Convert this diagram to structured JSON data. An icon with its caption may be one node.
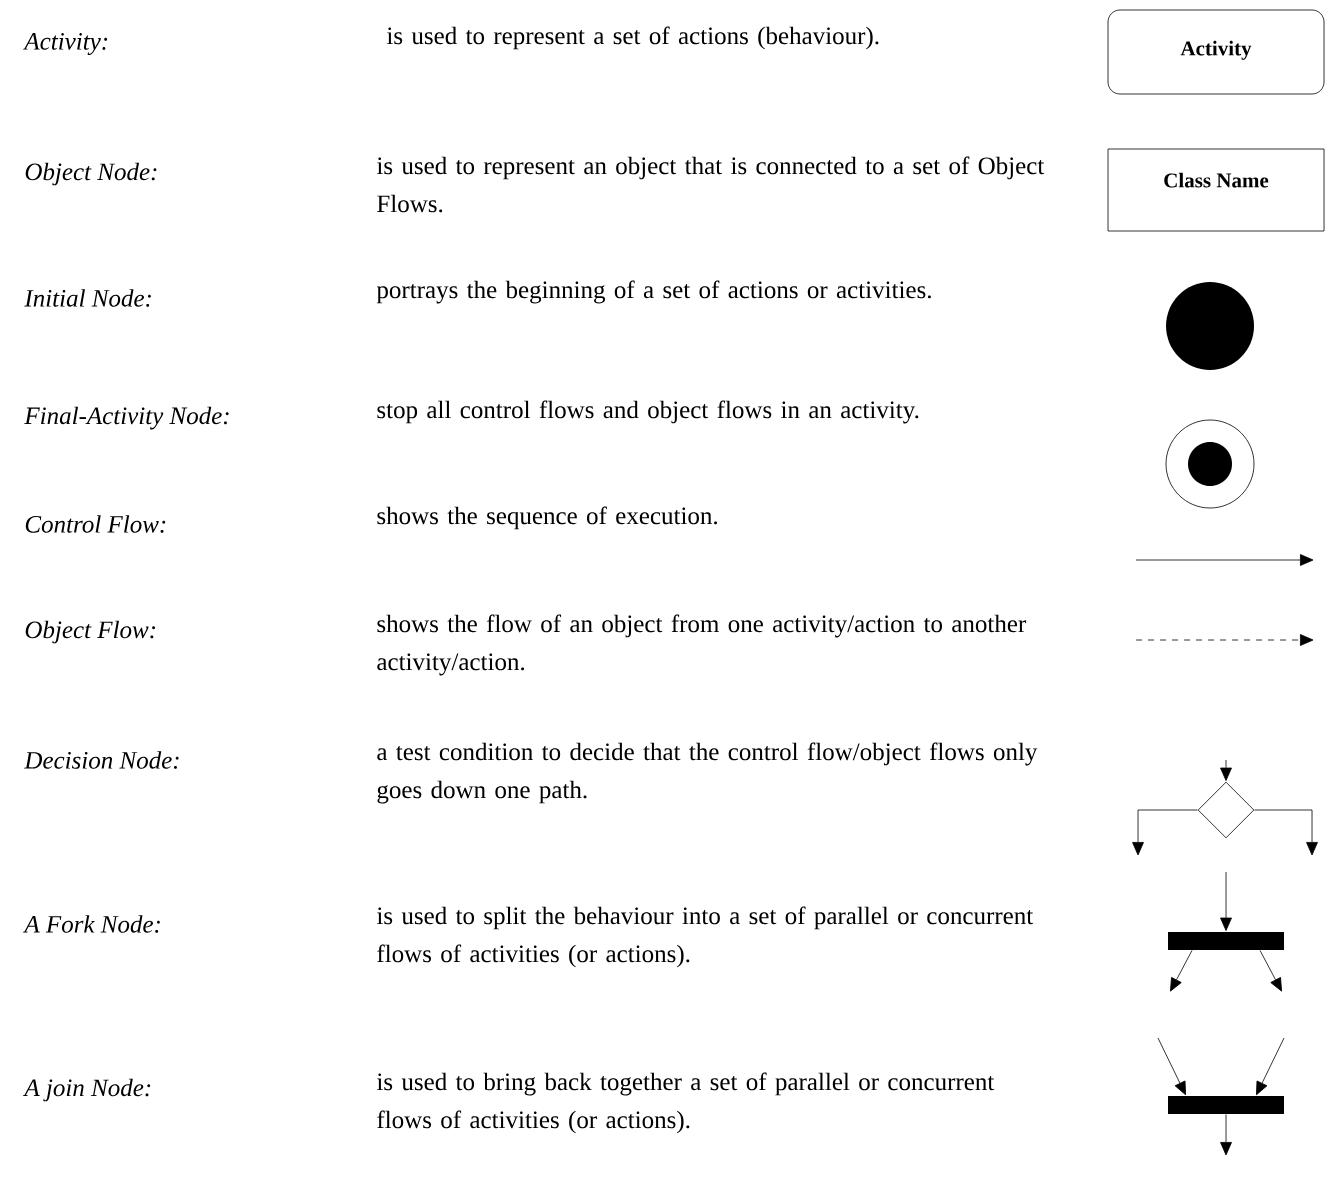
{
  "diagram": {
    "nodes": [
      {
        "text": [
          "Activity"
        ]
      },
      {
        "text": [
          "Class Name"
        ]
      },
      {
        "text": [],
        "shape": "circle"
      },
      {
        "text": [],
        "shape": "circle"
      },
      {
        "text": [],
        "shape": "diamond"
      },
      {
        "text": [],
        "shape": "bar"
      },
      {
        "text": [],
        "shape": "bar"
      }
    ],
    "edges": [
      {
        "from": null,
        "to": 4,
        "arrow": "to"
      },
      {
        "from": 4,
        "to": null,
        "arrow": "to"
      },
      {
        "from": 4,
        "to": null,
        "arrow": "to"
      },
      {
        "from": null,
        "to": 5,
        "arrow": "to"
      },
      {
        "from": 5,
        "to": null,
        "arrow": "to"
      },
      {
        "from": 5,
        "to": null,
        "arrow": "to"
      },
      {
        "from": null,
        "to": 6,
        "arrow": "to"
      },
      {
        "from": null,
        "to": 6,
        "arrow": "to"
      },
      {
        "from": 6,
        "to": null,
        "arrow": "to"
      }
    ],
    "labels": [
      "Activity:",
      "is used to represent a set of actions (behaviour).",
      "Object Node:",
      "is used to represent an object that is connected to a set of Object Flows.",
      "Initial Node:",
      "portrays the beginning of a set of actions or activities.",
      "Final-Activity Node:",
      "stop all control flows and object flows in an activity.",
      "Control Flow:",
      "shows the sequence of execution.",
      "Object Flow:",
      "shows the flow of an object from one activity/action to another activity/action.",
      "Decision Node:",
      "a test condition to decide that the control flow/object flows only goes down one path.",
      "A Fork Node:",
      "is used to split the behaviour into a set of parallel or concurrent flows of activities (or actions).",
      "A join Node:",
      "is used to bring back together a set of parallel or concurrent flows of activities (or actions)."
    ]
  }
}
